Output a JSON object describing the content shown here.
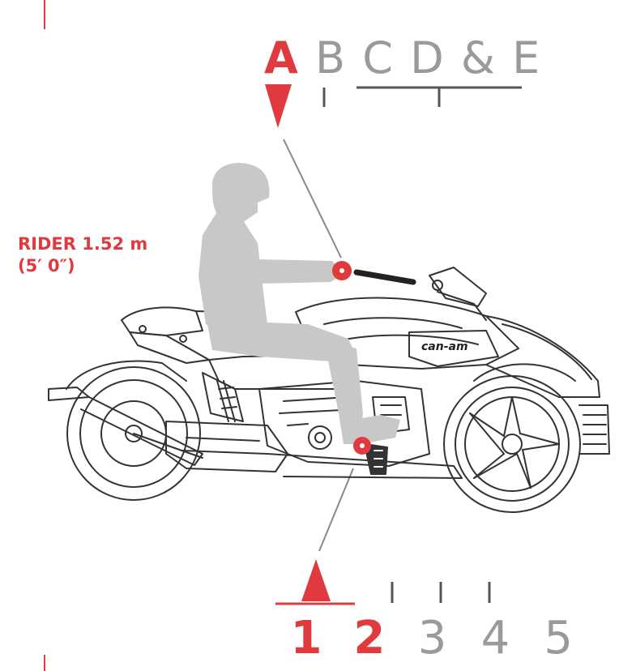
{
  "rider": {
    "line1": "RIDER 1.52 m",
    "line2": "(5′ 0″)"
  },
  "handlebar_positions": {
    "labels": [
      "A",
      "B",
      "C",
      "D",
      "&",
      "E"
    ],
    "selected": "A"
  },
  "footpeg_positions": {
    "labels": [
      "1",
      "2",
      "3",
      "4",
      "5"
    ],
    "selected": [
      "1",
      "2"
    ]
  },
  "vehicle": {
    "brand_text": "can-am"
  },
  "colors": {
    "accent": "#e03a3e",
    "rider_silhouette": "#c8c8c8",
    "vehicle_line": "#333333",
    "inactive_label": "#9a9a9a"
  }
}
